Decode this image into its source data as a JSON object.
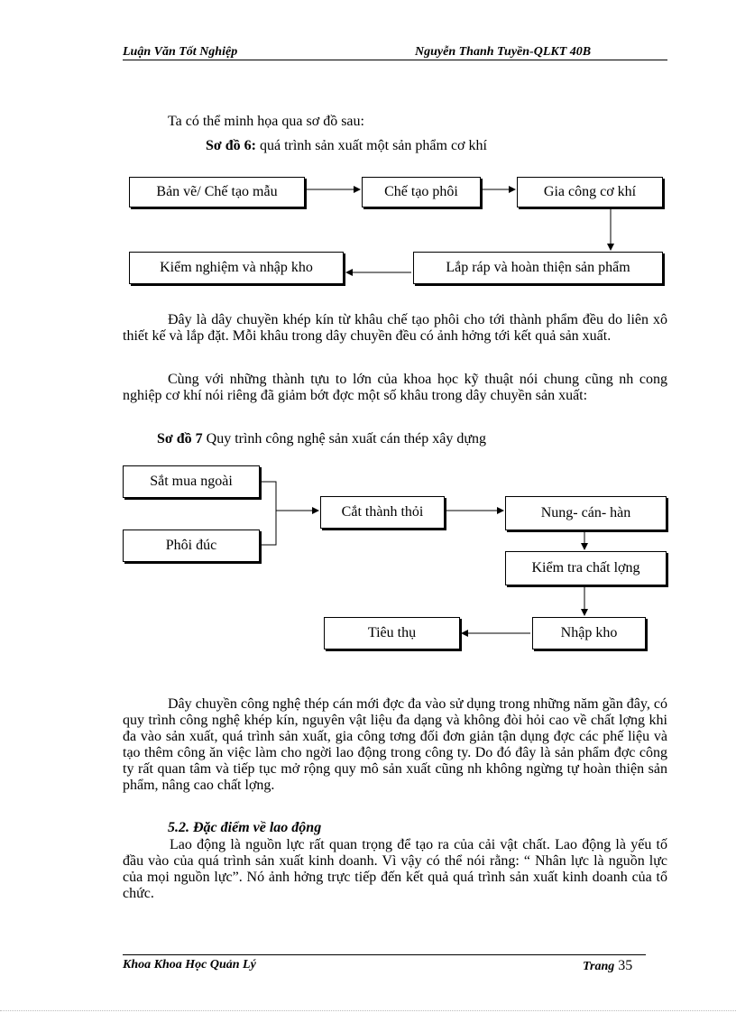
{
  "header": {
    "left": "Luận Văn Tốt Nghiệp",
    "right": "Nguyễn Thanh Tuyền-QLKT 40B"
  },
  "intro": "Ta có thể minh họa qua sơ đồ sau:",
  "diagram6": {
    "caption_bold": "Sơ đồ 6:",
    "caption_rest": " quá trình sản xuất một sản phẩm cơ khí",
    "boxes": [
      "Bản vẽ/ Chế tạo mẫu",
      "Chế tạo phôi",
      "Gia công cơ khí",
      "Lắp ráp và hoàn thiện sản phẩm",
      "Kiểm nghiệm và nhập kho"
    ]
  },
  "para1": "Đây là dây chuyền khép kín từ khâu chế tạo phôi cho tới thành phẩm đều do liên xô thiết kế và lắp đặt. Mỗi khâu trong dây chuyền đều có ảnh hởng tới kết quả sản xuất.",
  "para2": "Cùng với những thành tựu to lớn của khoa học kỹ thuật nói chung cũng nh cong nghiệp cơ khí nói riêng đã giảm bớt đợc một số khâu trong dây chuyền sản xuất:",
  "diagram7": {
    "caption_bold": "Sơ đồ 7",
    "caption_rest": " Quy trình công nghệ sản xuất cán thép xây dựng",
    "boxes": [
      "Sắt mua ngoài",
      "Phôi đúc",
      "Cắt thành thỏi",
      "Nung- cán- hàn",
      "Kiểm tra chất lợng",
      "Nhập kho",
      "Tiêu thụ"
    ]
  },
  "para3": "Dây chuyền công nghệ thép cán mới đợc đa vào sử dụng trong những năm gần đây, có quy trình công nghệ khép kín, nguyên vật liệu đa dạng và không đòi hỏi cao về chất lợng khi đa vào sản xuất, quá trình sản xuất, gia công tơng đối đơn giản tận dụng đợc các phế liệu và tạo thêm công ăn việc làm cho ngời lao động trong công ty. Do đó đây là sản phẩm đợc công ty rất quan tâm và tiếp tục mở rộng quy mô sản xuất cũng nh không ngừng tự hoàn thiện sản phẩm, nâng cao chất lợng.",
  "section_heading": "5.2. Đặc điểm về lao động",
  "para4": "Lao động là nguồn lực rất quan trọng để tạo ra của cải vật chất. Lao động là yếu tố đầu vào của quá trình sản xuất kinh doanh. Vì vậy có thể nói rằng: “ Nhân lực là nguồn lực của mọi nguồn lực”. Nó ảnh hởng trực tiếp đến kết quả quá trình sản xuất kinh doanh của tổ chức.",
  "footer": {
    "left": "Khoa Khoa Học Quản Lý",
    "right_label": "Trang",
    "page_number": "35"
  }
}
